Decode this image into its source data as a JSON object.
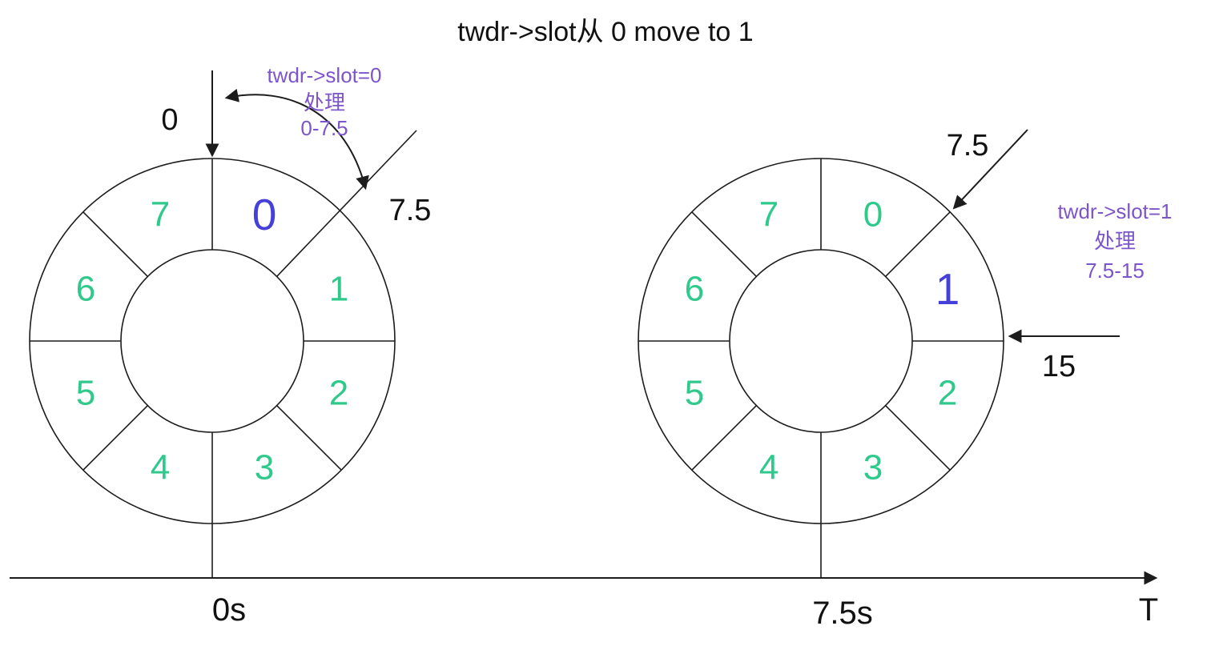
{
  "title": "twdr->slot从 0 move to 1",
  "colors": {
    "slot_green": "#2fc98c",
    "active_blue": "#4540d9",
    "note_purple": "#7d55cb",
    "line_black": "#1c1c1c"
  },
  "left_wheel": {
    "slots": [
      "0",
      "1",
      "2",
      "3",
      "4",
      "5",
      "6",
      "7"
    ],
    "active_slot": "0",
    "top_pointer_label": "0",
    "boundary_label": "7.5",
    "note": {
      "line1": "twdr->slot=0",
      "line2": "处理",
      "line3": "0-7.5"
    },
    "timeline_label": "0s"
  },
  "right_wheel": {
    "slots": [
      "0",
      "1",
      "2",
      "3",
      "4",
      "5",
      "6",
      "7"
    ],
    "active_slot": "1",
    "incoming_pointer_label": "7.5",
    "boundary_label": "15",
    "note": {
      "line1": "twdr->slot=1",
      "line2": "处理",
      "line3": "7.5-15"
    },
    "timeline_label": "7.5s"
  },
  "timeline": {
    "axis_label": "T"
  }
}
